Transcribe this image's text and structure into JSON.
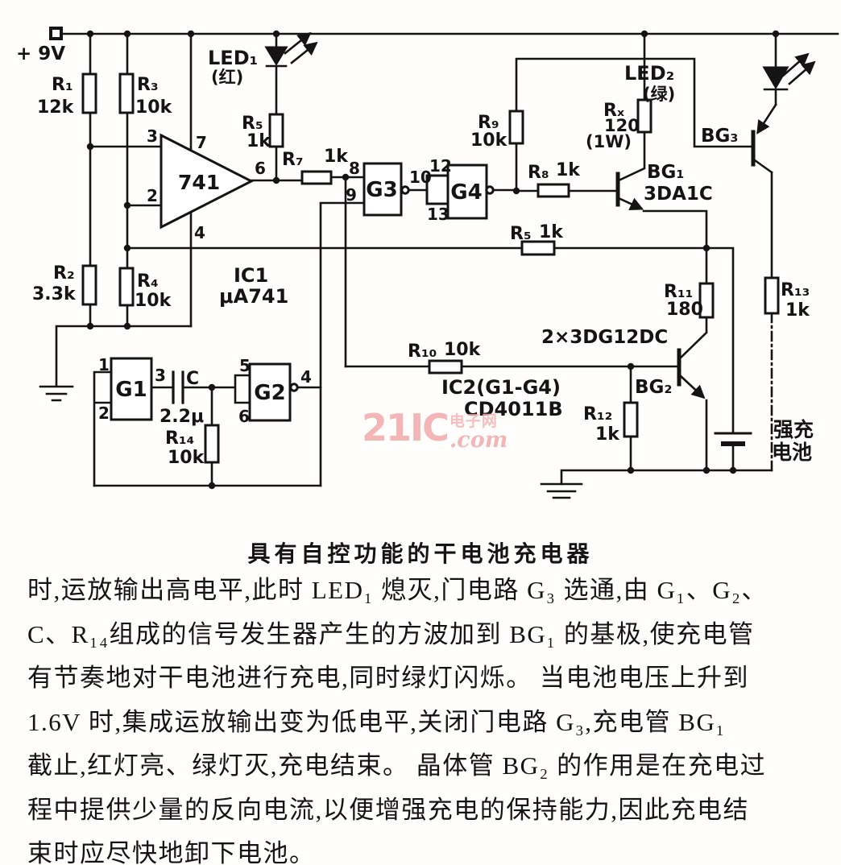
{
  "sch": {
    "v9": "+ 9V",
    "r1": "R₁",
    "r1v": "12k",
    "r2": "R₂",
    "r2v": "3.3k",
    "r3": "R₃",
    "r3v": "10k",
    "r4": "R₄",
    "r4v": "10k",
    "r5": "R₅",
    "r5v": "1k",
    "r5b": "R₅",
    "r5bv": "1k",
    "r7": "R₇",
    "r7v": "1k",
    "r8": "R₈",
    "r8v": "1k",
    "r9": "R₉",
    "r9v": "10k",
    "rx": "Rₓ",
    "rxv": "120",
    "rxw": "(1W)",
    "r10": "R₁₀",
    "r10v": "10k",
    "r11": "R₁₁",
    "r11v": "180",
    "r12": "R₁₂",
    "r12v": "1k",
    "r13": "R₁₃",
    "r13v": "1k",
    "r14": "R₁₄",
    "r14v": "10k",
    "c": "C",
    "cv": "2.2μ",
    "led1": "LED₁",
    "led1c": "(红)",
    "led2": "LED₂",
    "led2c": "(绿)",
    "bg1": "BG₁",
    "bg1t": "3DA1C",
    "bg2": "BG₂",
    "bg3": "BG₃",
    "pair": "2×3DG12DC",
    "op": "741",
    "ic1": "IC1",
    "ic1t": "μA741",
    "ic2": "IC2(G1-G4)",
    "ic2t": "CD4011B",
    "g1": "G1",
    "g2": "G2",
    "g3": "G3",
    "g4": "G4",
    "bat1": "强充",
    "bat2": "电池",
    "p1": "1",
    "p2": "2",
    "p3": "3",
    "p4": "4",
    "p5": "5",
    "p6": "6",
    "p7": "7",
    "p8": "8",
    "p9": "9",
    "p10": "10",
    "p12": "12",
    "p13": "13"
  },
  "watermark": {
    "big": "21IC",
    "site": "电子网",
    "dotcom": ".com"
  },
  "caption": "具有自控功能的干电池充电器",
  "body": {
    "lines": [
      "时,运放输出高电平,此时 LED₁ 熄灭,门电路 G₃ 选通,由 G₁、G₂、",
      "C、R₁₄组成的信号发生器产生的方波加到 BG₁ 的基极,使充电管",
      "有节奏地对干电池进行充电,同时绿灯闪烁。 当电池电压上升到",
      "1.6V 时,集成运放输出变为低电平,关闭门电路 G₃,充电管 BG₁",
      "截止,红灯亮、绿灯灭,充电结束。 晶体管 BG₂ 的作用是在充电过",
      "程中提供少量的反向电流,以便增强充电的保持能力,因此充电结",
      "束时应尽快地卸下电池。"
    ]
  }
}
